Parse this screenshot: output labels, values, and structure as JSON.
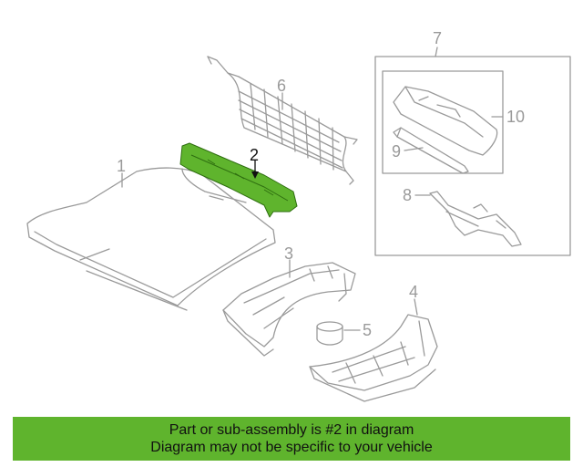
{
  "diagram": {
    "callouts": {
      "part1": "1",
      "part2": "2",
      "part3": "3",
      "part4": "4",
      "part5": "5",
      "part6": "6",
      "part7": "7",
      "part8": "8",
      "part9": "9",
      "part10": "10"
    },
    "highlight_color": "#5fb42d",
    "line_color": "#9a9a9a"
  },
  "banner": {
    "line1": "Part or sub-assembly is #2 in diagram",
    "line2": "Diagram may not be specific to your vehicle"
  }
}
